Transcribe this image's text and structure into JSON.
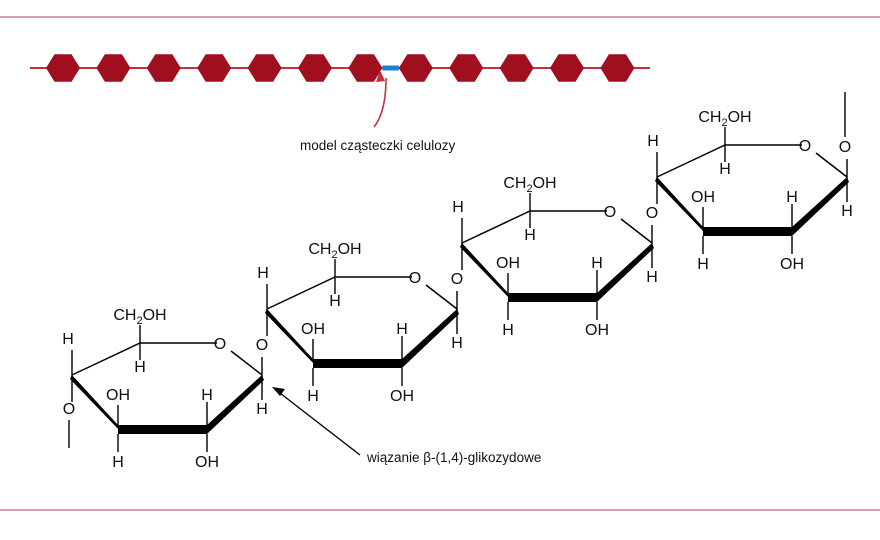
{
  "colors": {
    "frame": "#d8a0a8",
    "bead": "#a00f1e",
    "chain_line": "#c4323e",
    "link": "#1f7fd0",
    "bond": "#000000"
  },
  "model": {
    "bead_count": 12,
    "highlight_after_bead": 7,
    "caption": "model cząsteczki celulozy"
  },
  "bond_label": "wiązanie β-(1,4)-glikozydowe",
  "rings": [
    {
      "ch2": "CH",
      "sub": "2",
      "oh": "OH",
      "o": "O",
      "h1": "H",
      "h4": "H",
      "h5": "H",
      "h2": "H",
      "h3": "H",
      "oh2": "OH",
      "oh3": "OH"
    },
    {
      "ch2": "CH",
      "sub": "2",
      "oh": "OH",
      "o": "O",
      "h1": "H",
      "h4": "H",
      "h5": "H",
      "h2": "H",
      "h3": "H",
      "oh2": "OH",
      "oh3": "OH"
    },
    {
      "ch2": "CH",
      "sub": "2",
      "oh": "OH",
      "o": "O",
      "h1": "H",
      "h4": "H",
      "h5": "H",
      "h2": "H",
      "h3": "H",
      "oh2": "OH",
      "oh3": "OH"
    },
    {
      "ch2": "CH",
      "sub": "2",
      "oh": "OH",
      "o": "O",
      "h1": "H",
      "h4": "H",
      "h5": "H",
      "h2": "H",
      "h3": "H",
      "oh2": "OH",
      "oh3": "OH"
    }
  ],
  "glyco_o": [
    "O",
    "O",
    "O",
    "O",
    "O"
  ]
}
